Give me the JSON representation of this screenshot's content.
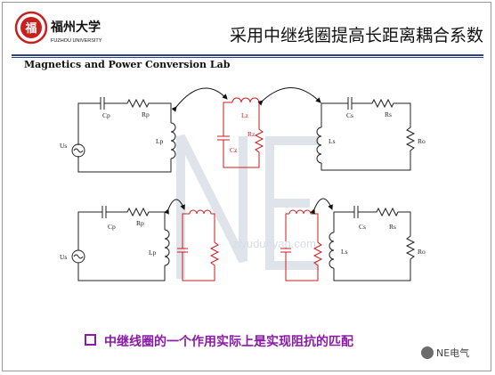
{
  "header": {
    "university_cn": "福州大学",
    "university_en": "FUZHOU UNIVERSITY",
    "title": "采用中继线圈提高长距离耦合系数",
    "lab": "Magnetics and Power Conversion Lab"
  },
  "circuit_top": {
    "left": {
      "source": "Us",
      "cap": "Cp",
      "res": "Rp",
      "ind": "Lp"
    },
    "mid": {
      "ind": "Lz",
      "cap": "Cz",
      "res": "Rz"
    },
    "right": {
      "cap": "Cs",
      "res": "Rs",
      "ind": "Ls",
      "load": "Ro"
    }
  },
  "circuit_bottom": {
    "left": {
      "source": "Us",
      "cap": "Cp",
      "res": "Rp",
      "ind": "Lp"
    },
    "right": {
      "cap": "Cs",
      "res": "Rs",
      "ind": "Ls",
      "load": "Ro"
    }
  },
  "watermark": {
    "site": "ziyudunyan.com",
    "account": "NE电气"
  },
  "bullet": "中继线圈的一个作用实际上是实现阻抗的匹配",
  "colors": {
    "title_rule": "#2d3e8a",
    "relay_coil": "#cc1e1e",
    "bullet": "#8a1aa8"
  }
}
